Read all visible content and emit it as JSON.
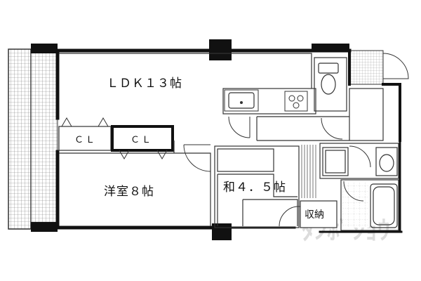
{
  "rooms": {
    "ldk": "ＬＤＫ１３帖",
    "western": "洋室８帖",
    "japanese": "和４．５帖",
    "storage": "収納"
  },
  "closets": {
    "left": "ＣＬ",
    "right": "ＣＬ"
  },
  "watermark": "ﾀﾝﾎﾞｼｮｳ",
  "colors": {
    "wall": "#111111",
    "line": "#333333",
    "tile": "#888888"
  },
  "icons": [
    "stove-icon",
    "sink-icon",
    "toilet-icon",
    "washbasin-icon",
    "bathtub-icon",
    "washing-machine-pan-icon"
  ]
}
